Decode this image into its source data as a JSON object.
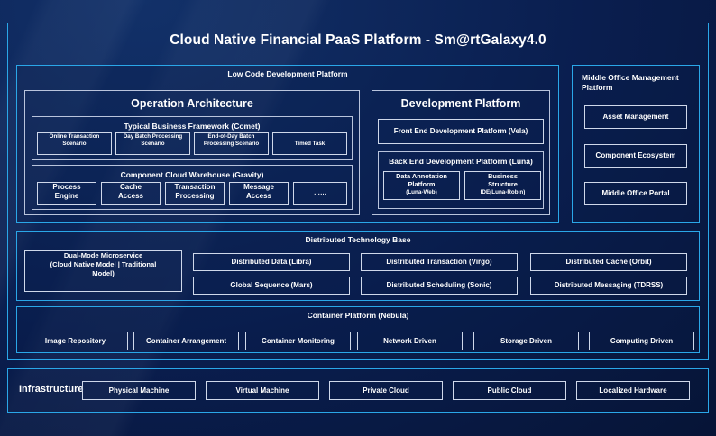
{
  "diagram": {
    "title": "Cloud Native Financial PaaS Platform - Sm@rtGalaxy4.0",
    "colors": {
      "background": "#0a1e4f",
      "accent_border": "#2aa7e8",
      "panel_border": "#b9c4dc",
      "chip_border": "#cfd8ea",
      "text": "#ffffff"
    }
  },
  "low_code": {
    "header": "Low Code Development Platform",
    "operation_architecture": {
      "title": "Operation Architecture",
      "business_framework": {
        "title": "Typical Business Framework (Comet)",
        "items": [
          "Online Transaction Scenario",
          "Day Batch Processing Scenario",
          "End-of-Day Batch Processing Scenario",
          "Timed Task"
        ],
        "items_lines": [
          [
            "Online Transaction",
            "Scenario"
          ],
          [
            "Day Batch Processing",
            "Scenario"
          ],
          [
            "End-of-Day Batch",
            "Processing Scenario"
          ],
          [
            "Timed Task"
          ]
        ]
      },
      "component_warehouse": {
        "title": "Component Cloud Warehouse (Gravity)",
        "items": [
          "Process Engine",
          "Cache Access",
          "Transaction Processing",
          "Message Access",
          "……"
        ],
        "items_lines": [
          [
            "Process",
            "Engine"
          ],
          [
            "Cache",
            "Access"
          ],
          [
            "Transaction",
            "Processing"
          ],
          [
            "Message",
            "Access"
          ],
          [
            "……"
          ]
        ]
      }
    },
    "development_platform": {
      "title": "Development Platform",
      "front_end": "Front End Development Platform (Vela)",
      "back_end": {
        "title": "Back End Development Platform (Luna)",
        "items": [
          "Data Annotation Platform (Luna-Web)",
          "Business Structure IDE(Luna-Robin)"
        ],
        "items_lines": [
          [
            "Data Annotation",
            "Platform",
            "(Luna-Web)"
          ],
          [
            "Business",
            "Structure",
            "IDE(Luna-Robin)"
          ]
        ]
      }
    }
  },
  "middle_office": {
    "title_line1": "Middle Office Management",
    "title_line2": "Platform",
    "items": [
      "Asset Management",
      "Component Ecosystem",
      "Middle Office Portal"
    ]
  },
  "tech_base": {
    "header": "Distributed Technology Base",
    "wide_item_lines": [
      "Dual-Mode Microservice",
      "(Cloud Native Model | Traditional",
      "Model)"
    ],
    "wide_item": "Dual-Mode Microservice (Cloud Native Model | Traditional Model)",
    "grid": [
      "Distributed Data (Libra)",
      "Distributed Transaction (Virgo)",
      "Distributed Cache (Orbit)",
      "Global Sequence (Mars)",
      "Distributed Scheduling (Sonic)",
      "Distributed Messaging (TDRSS)"
    ]
  },
  "container_platform": {
    "header": "Container Platform (Nebula)",
    "items": [
      "Image Repository",
      "Container Arrangement",
      "Container Monitoring",
      "Network Driven",
      "Storage Driven",
      "Computing Driven"
    ]
  },
  "infrastructure": {
    "label": "Infrastructure",
    "items": [
      "Physical Machine",
      "Virtual Machine",
      "Private Cloud",
      "Public Cloud",
      "Localized Hardware"
    ]
  }
}
